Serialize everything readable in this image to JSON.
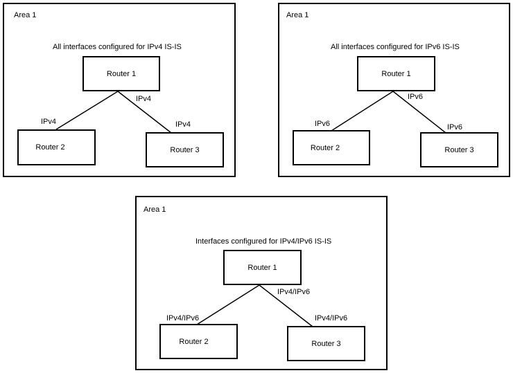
{
  "panels": [
    {
      "area": "Area 1",
      "caption": "All interfaces configured for IPv4 IS-IS",
      "router_top": "Router 1",
      "router_left": "Router 2",
      "router_right": "Router 3",
      "link_left_label": "IPv4",
      "link_right_upper_label": "IPv4",
      "link_right_lower_label": "IPv4"
    },
    {
      "area": "Area 1",
      "caption": "All interfaces configured for IPv6 IS-IS",
      "router_top": "Router 1",
      "router_left": "Router 2",
      "router_right": "Router 3",
      "link_left_label": "IPv6",
      "link_right_upper_label": "IPv6",
      "link_right_lower_label": "IPv6"
    },
    {
      "area": "Area 1",
      "caption": "Interfaces configured for IPv4/IPv6 IS-IS",
      "router_top": "Router 1",
      "router_left": "Router 2",
      "router_right": "Router 3",
      "link_left_label": "IPv4/IPv6",
      "link_right_upper_label": "IPv4/IPv6",
      "link_right_lower_label": "IPv4/IPv6"
    }
  ]
}
